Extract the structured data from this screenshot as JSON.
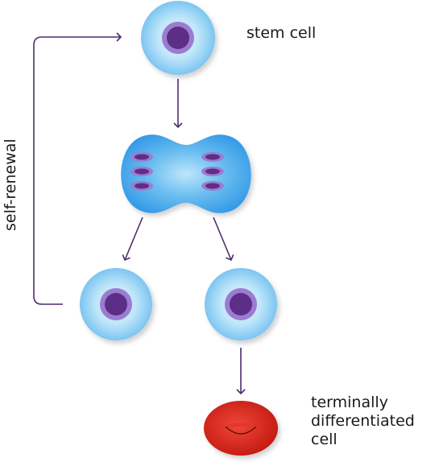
{
  "labels": {
    "stem_cell": "stem cell",
    "self_renewal": "self-renewal",
    "terminal": [
      "terminally",
      "differentiated",
      "cell"
    ]
  },
  "colors": {
    "arrow": "#4a2d6e",
    "cell_outer": "#8fd0f5",
    "cell_inner": "#d6f0fb",
    "dividing_cell": "#3fa6ec",
    "nucleus": "#5b2f86",
    "nucleus_ring": "#9b7bd0",
    "red_cell": "#d92a1c"
  }
}
